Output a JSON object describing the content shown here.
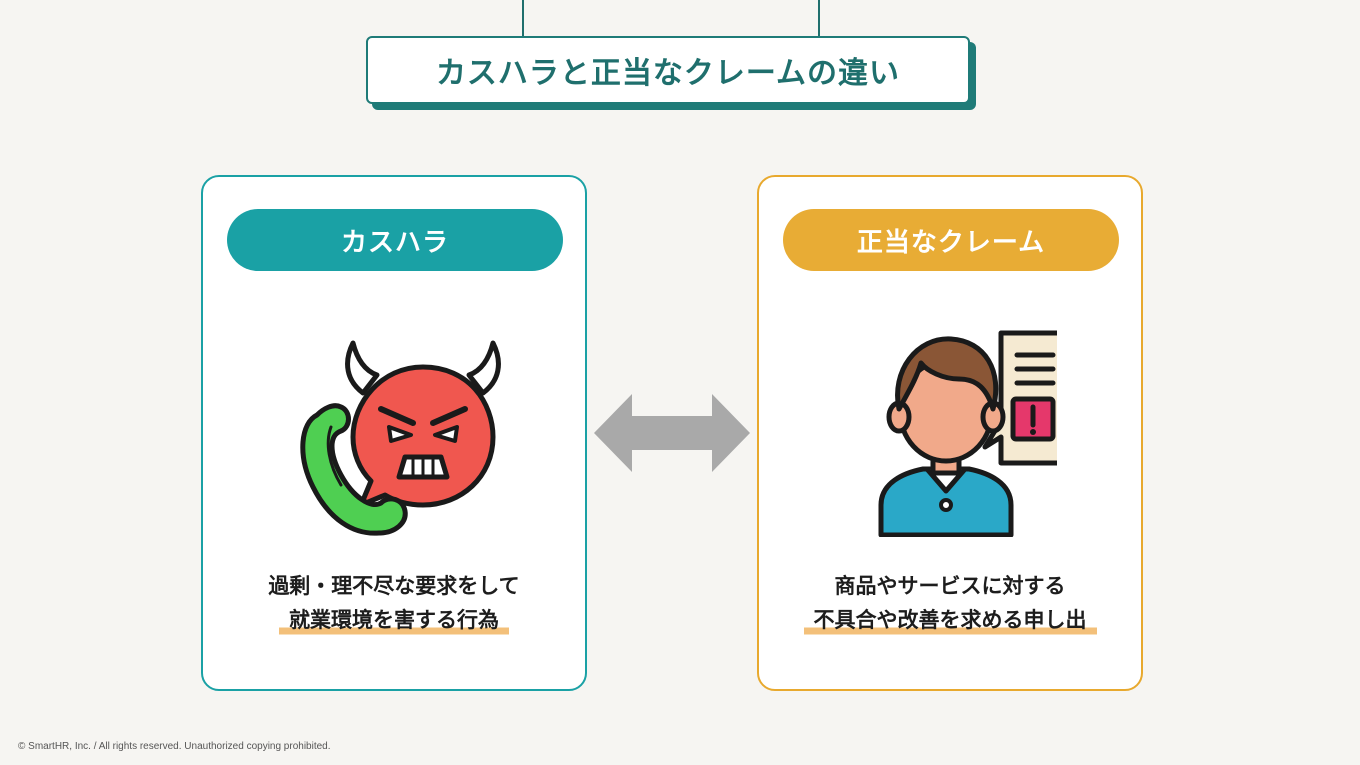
{
  "title": "カスハラと正当なクレームの違い",
  "cards": {
    "left": {
      "label": "カスハラ",
      "line1": "過剰・理不尽な要求をして",
      "line2": "就業環境を害する行為",
      "icon": "angry-devil-phone-icon",
      "color": "#1aa1a5"
    },
    "right": {
      "label": "正当なクレーム",
      "line1": "商品やサービスに対する",
      "line2": "不具合や改善を求める申し出",
      "icon": "person-speech-alert-icon",
      "color": "#e8ac35"
    }
  },
  "arrow_icon": "double-arrow-icon",
  "footer": "© SmartHR, Inc. / All rights reserved. Unauthorized copying prohibited."
}
